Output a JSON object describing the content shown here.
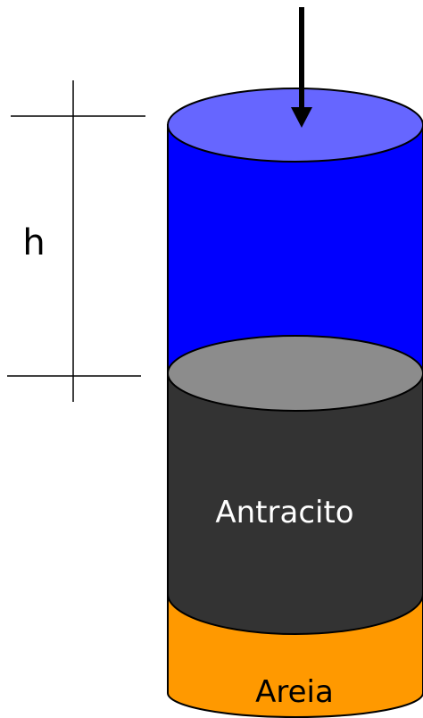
{
  "labels": {
    "height": "h",
    "upper_layer": "Antracito",
    "lower_layer": "Areia"
  },
  "colors": {
    "water_body": "#0000ff",
    "water_top": "#6666ff",
    "antracito_body": "#333333",
    "antracito_top": "#8c8c8c",
    "areia_body": "#ff9900",
    "outline": "#000000",
    "label_light": "#ffffff",
    "label_dark": "#000000"
  }
}
